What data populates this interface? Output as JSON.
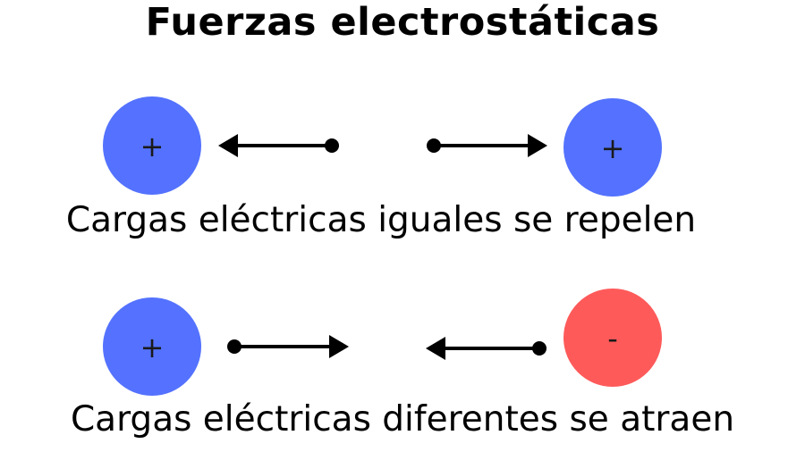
{
  "title": "Fuerzas electrostáticas",
  "colors": {
    "positive_charge": "#5472ff",
    "negative_charge": "#ff5a5a",
    "arrow": "#000000"
  },
  "rows": [
    {
      "left_charge": {
        "sign": "+",
        "polarity": "positive"
      },
      "right_charge": {
        "sign": "+",
        "polarity": "positive"
      },
      "left_arrow_direction": "left",
      "right_arrow_direction": "right",
      "caption": "Cargas eléctricas iguales se repelen"
    },
    {
      "left_charge": {
        "sign": "+",
        "polarity": "positive"
      },
      "right_charge": {
        "sign": "-",
        "polarity": "negative"
      },
      "left_arrow_direction": "right",
      "right_arrow_direction": "left",
      "caption": "Cargas eléctricas diferentes se atraen"
    }
  ]
}
